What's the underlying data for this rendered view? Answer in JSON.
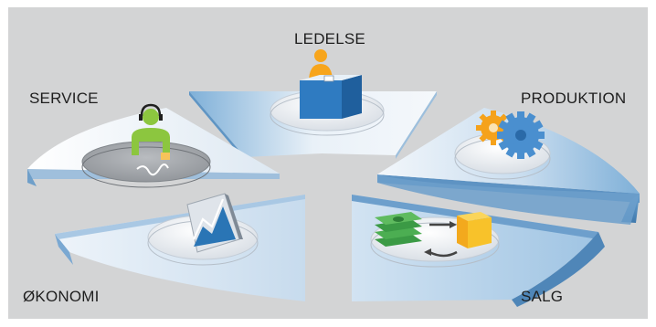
{
  "sectors": [
    {
      "id": "ledelse",
      "label": "LEDELSE",
      "icon": "person-at-desk-icon"
    },
    {
      "id": "service",
      "label": "SERVICE",
      "icon": "headset-support-person-icon"
    },
    {
      "id": "produktion",
      "label": "PRODUKTION",
      "icon": "gears-icon"
    },
    {
      "id": "okonomi",
      "label": "ØKONOMI",
      "icon": "rising-chart-icon"
    },
    {
      "id": "salg",
      "label": "SALG",
      "icon": "money-exchange-box-icon"
    }
  ],
  "colors": {
    "background": "#d3d4d5",
    "sector_top_light": "#e9f1f8",
    "sector_blue": "#7fb0d8",
    "sector_edge": "#4f86b8",
    "person_green": "#8cc63f",
    "person_orange": "#f7a51c",
    "gear_orange": "#f5a21b",
    "gear_blue": "#4a8fcf",
    "chart_blue": "#2a75b5",
    "money_green": "#3b9a45",
    "box_yellow": "#f8c22a"
  }
}
